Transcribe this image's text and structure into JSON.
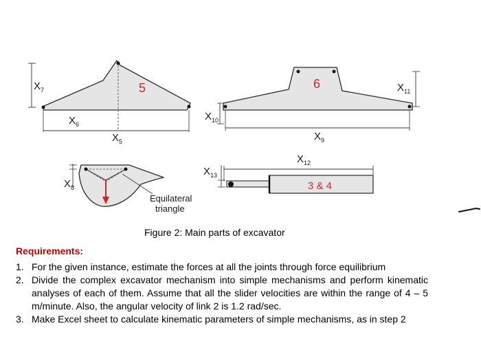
{
  "diagram": {
    "link5": {
      "number": "5",
      "dims": {
        "x7": "7",
        "x6": "6",
        "x5": "5"
      }
    },
    "link6": {
      "number": "6",
      "dims": {
        "x10": "10",
        "x9": "9",
        "x11": "11"
      }
    },
    "link_bucket": {
      "dim_x8": "8",
      "annotation_line1": "Equilateral",
      "annotation_line2": "triangle"
    },
    "link34": {
      "number": "3 & 4",
      "dims": {
        "x13": "13",
        "x12": "12"
      }
    },
    "dim_prefix": "X"
  },
  "caption": "Figure 2: Main parts of excavator",
  "requirements": {
    "title": "Requirements:",
    "items": [
      {
        "num": "1.",
        "text": "For the given instance, estimate the forces at all the joints through force equilibrium"
      },
      {
        "num": "2.",
        "text": "Divide the complex excavator mechanism into simple mechanisms and perform kinematic analyses of each of them. Assume that all the slider velocities are within the range of 4 – 5 m/minute. Also, the angular velocity of link 2 is 1.2 rad/sec."
      },
      {
        "num": "3.",
        "text": "Make Excel sheet to calculate kinematic parameters of simple mechanisms, as in step 2"
      }
    ]
  }
}
